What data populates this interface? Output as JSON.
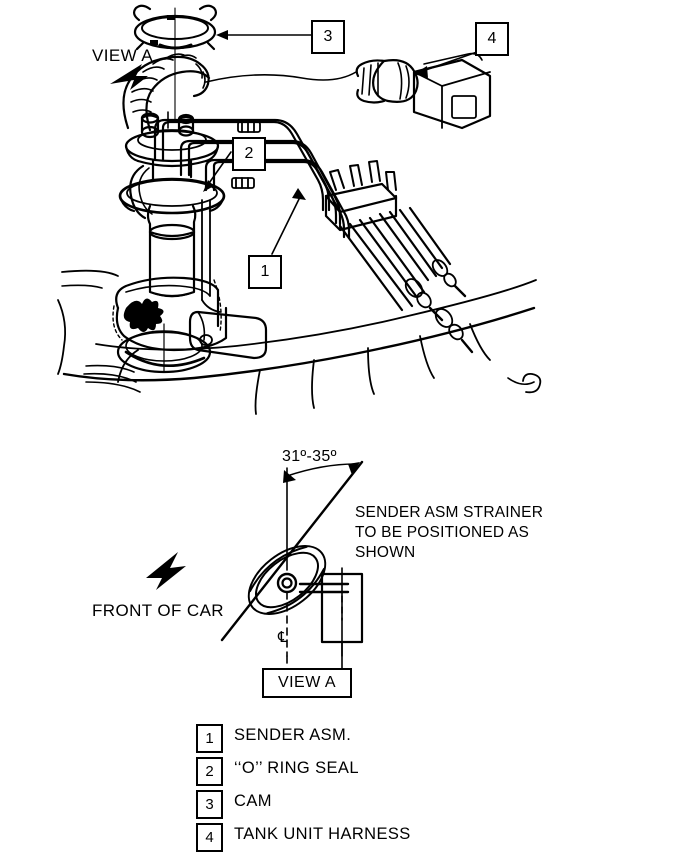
{
  "document": {
    "type": "automotive-service-illustration",
    "subject": "Fuel tank sender assembly and tank unit harness"
  },
  "top_view": {
    "view_label": "VIEW A",
    "callouts": [
      {
        "id": "1",
        "number": "1"
      },
      {
        "id": "2",
        "number": "2"
      },
      {
        "id": "3",
        "number": "3"
      },
      {
        "id": "4",
        "number": "4"
      }
    ]
  },
  "detail_view": {
    "angle_label": "31º-35º",
    "note_line1": "SENDER ASM STRAINER",
    "note_line2": "TO BE POSITIONED AS",
    "note_line3": "SHOWN",
    "front_label": "FRONT OF CAR",
    "centerline_symbol": "℄",
    "view_box_label": "VIEW A"
  },
  "legend": {
    "items": [
      {
        "number": "1",
        "label": "SENDER ASM."
      },
      {
        "number": "2",
        "label": "‘‘O’’ RING SEAL"
      },
      {
        "number": "3",
        "label": "CAM"
      },
      {
        "number": "4",
        "label": "TANK UNIT HARNESS"
      }
    ]
  },
  "colors": {
    "ink": "#000000",
    "paper": "#ffffff"
  }
}
